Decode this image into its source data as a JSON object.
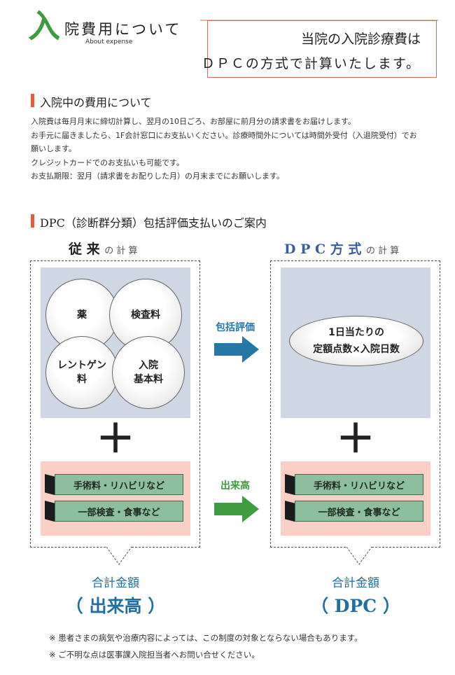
{
  "header": {
    "kanji": "入",
    "title": "院費用について",
    "subtitle": "About expense",
    "box_line1": "当院の入院診療費は",
    "box_line2": "ＤＰＣの方式で計算いたします。"
  },
  "section1": {
    "title": "入院中の費用について",
    "paragraphs": [
      "入院費は毎月月末に締切計算し、翌月の10日ごろ、お部屋に前月分の請求書をお届けします。",
      "お手元に届きましたら、1F会計窓口にお支払いください。診療時間外については時間外受付（入退院受付）でお願いします。",
      "クレジットカードでのお支払いも可能です。",
      "お支払期限：翌月（請求書をお配りした月）の月末までにお願いします。"
    ]
  },
  "section2": {
    "title": "DPC（診断群分類）包括評価支払いのご案内"
  },
  "left_column": {
    "heading_main": "従 来",
    "heading_suffix": "の 計 算",
    "circles": [
      "薬",
      "検査料",
      "レントゲン\n料",
      "入院\n基本料"
    ],
    "plus": "＋",
    "slabs": [
      "手術料・リハビリなど",
      "一部検査・食事など"
    ],
    "total_label": "合計金額",
    "total_value": "（ 出来高 ）"
  },
  "right_column": {
    "heading_main": "D P C 方 式",
    "heading_suffix": "の 計 算",
    "ellipse_line1": "1日当たりの",
    "ellipse_line2": "定額点数×入院日数",
    "plus": "＋",
    "slabs": [
      "手術料・リハビリなど",
      "一部検査・食事など"
    ],
    "total_label": "合計金額",
    "total_value": "（ DPC ）"
  },
  "arrows": {
    "top_label": "包括評価",
    "bottom_label": "出来高"
  },
  "notes": [
    "※ 患者さまの病気や治療内容によっては、この制度の対象とならない場合もあります。",
    "※ ご不明な点は医事課入院担当者へお問い合せください。"
  ],
  "colors": {
    "accent_green": "#3f9b3f",
    "accent_red": "#e35b3d",
    "arrow_blue": "#2577a8",
    "arrow_green": "#3f9b3f",
    "total_blue": "#1f6fa0",
    "panel_blue": "#cfd6e4",
    "panel_pink": "#f9cfc6",
    "slab_green": "#8dbf9e"
  }
}
